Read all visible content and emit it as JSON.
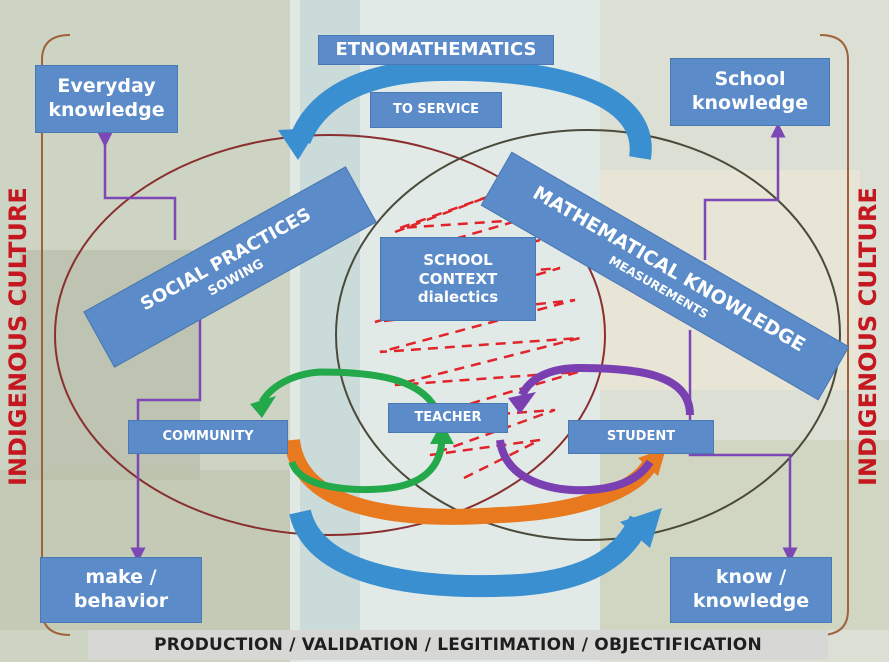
{
  "colors": {
    "box_fill": "#5b8bc8",
    "side_label": "#c4171f",
    "social_ellipse": "#8a2f2f",
    "math_ellipse": "#4a4a3a",
    "arrow_blue": "#3a8fd0",
    "arrow_green": "#23a84a",
    "arrow_purple": "#7a3fb0",
    "arrow_orange": "#e8791e",
    "dashed_red": "#e0242a",
    "connector_purple": "#7b48b5"
  },
  "diagram": {
    "title": "ETNOMATHEMATICS",
    "to_service": "TO SERVICE",
    "everyday_knowledge": "Everyday\nknowledge",
    "school_knowledge": "School\nknowledge",
    "social_practices": "SOCIAL PRACTICES",
    "sowing": "SOWING",
    "mathematical_knowledge": "MATHEMATICAL KNOWLEDGE",
    "measurements": "MEASUREMENTS",
    "school_context": "SCHOOL\nCONTEXT\ndialectics",
    "community": "COMMUNITY",
    "teacher": "TEACHER",
    "student": "STUDENT",
    "make_behavior": "make /\nbehavior",
    "know_knowledge": "know /\nknowledge",
    "indigenous_left": "INDIGENOUS CULTURE",
    "indigenous_right": "INDIGENOUS CULTURE",
    "bottom_bar": "PRODUCTION / VALIDATION / LEGITIMATION / OBJECTIFICATION"
  }
}
